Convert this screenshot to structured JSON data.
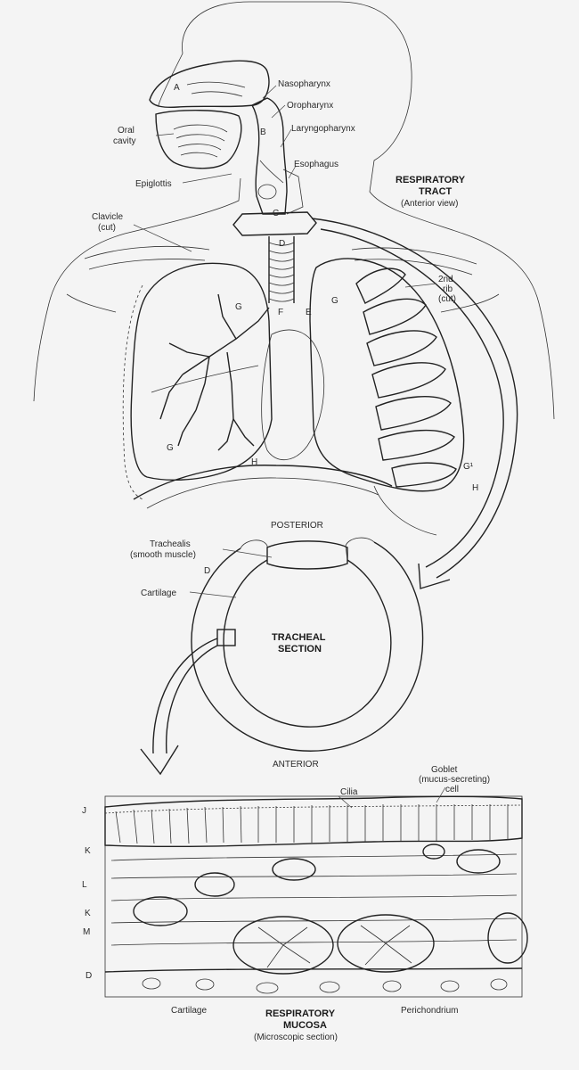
{
  "respiratory_tract": {
    "title": "RESPIRATORY",
    "title2": "TRACT",
    "subtitle": "(Anterior view)"
  },
  "tract_labels": {
    "nasopharynx": "Nasopharynx",
    "oropharynx": "Oropharynx",
    "laryngopharynx": "Laryngopharynx",
    "esophagus": "Esophagus",
    "oral_cavity_1": "Oral",
    "oral_cavity_2": "cavity",
    "epiglottis": "Epiglottis",
    "clavicle_1": "Clavicle",
    "clavicle_2": "(cut)",
    "rib_1": "2nd",
    "rib_2": "rib",
    "rib_3": "(cut)"
  },
  "letters": {
    "A": "A",
    "B": "B",
    "C": "C",
    "D": "D",
    "E": "E",
    "F": "F",
    "G": "G",
    "G1": "G¹",
    "H": "H",
    "J": "J",
    "K": "K",
    "L": "L",
    "M": "M"
  },
  "tracheal_section": {
    "title": "TRACHEAL",
    "title2": "SECTION",
    "posterior": "POSTERIOR",
    "anterior": "ANTERIOR",
    "trachealis_1": "Trachealis",
    "trachealis_2": "(smooth muscle)",
    "cartilage": "Cartilage"
  },
  "mucosa": {
    "title": "RESPIRATORY",
    "title2": "MUCOSA",
    "subtitle": "(Microscopic section)",
    "cilia": "Cilia",
    "goblet_1": "Goblet",
    "goblet_2": "(mucus-secreting)",
    "goblet_3": "cell",
    "cartilage": "Cartilage",
    "perichondrium": "Perichondrium"
  }
}
